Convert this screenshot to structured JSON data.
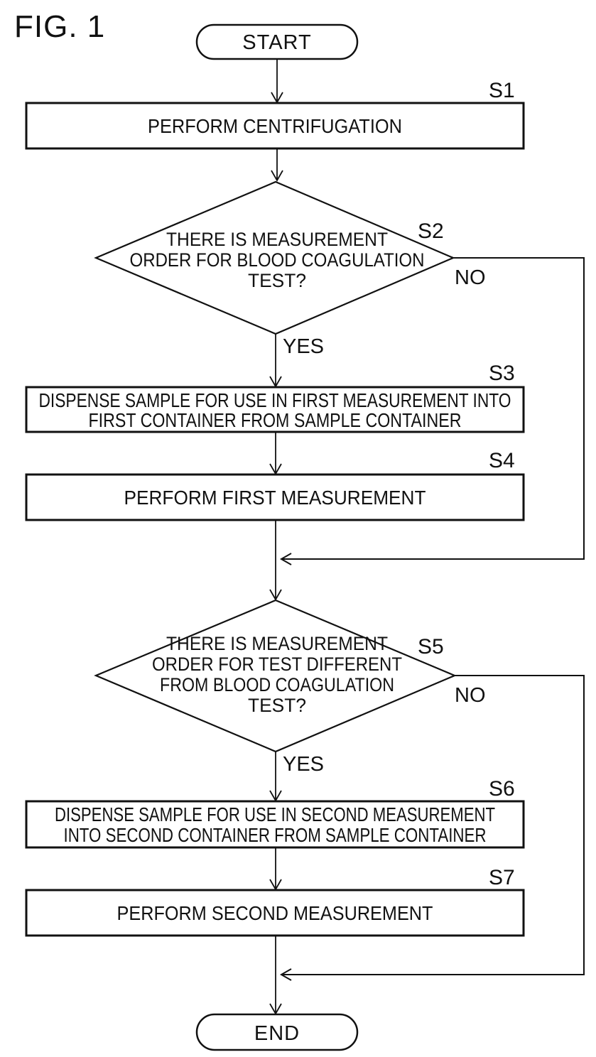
{
  "figure_label": "FIG. 1",
  "terminals": {
    "start": "START",
    "end": "END"
  },
  "branch_labels": {
    "yes": "YES",
    "no": "NO"
  },
  "steps": {
    "s1": {
      "id": "S1",
      "text": "PERFORM CENTRIFUGATION"
    },
    "s2": {
      "id": "S2",
      "line1": "THERE IS MEASUREMENT",
      "line2": "ORDER FOR BLOOD COAGULATION",
      "line3": "TEST?"
    },
    "s3": {
      "id": "S3",
      "line1": "DISPENSE SAMPLE FOR USE IN FIRST MEASUREMENT INTO",
      "line2": "FIRST CONTAINER FROM SAMPLE CONTAINER"
    },
    "s4": {
      "id": "S4",
      "text": "PERFORM FIRST MEASUREMENT"
    },
    "s5": {
      "id": "S5",
      "line1": "THERE IS MEASUREMENT",
      "line2": "ORDER FOR TEST DIFFERENT",
      "line3": "FROM BLOOD COAGULATION",
      "line4": "TEST?"
    },
    "s6": {
      "id": "S6",
      "line1": "DISPENSE SAMPLE FOR USE IN SECOND MEASUREMENT",
      "line2": "INTO SECOND CONTAINER FROM SAMPLE CONTAINER"
    },
    "s7": {
      "id": "S7",
      "text": "PERFORM SECOND MEASUREMENT"
    }
  },
  "colors": {
    "ink": "#111111",
    "paper": "#ffffff"
  }
}
